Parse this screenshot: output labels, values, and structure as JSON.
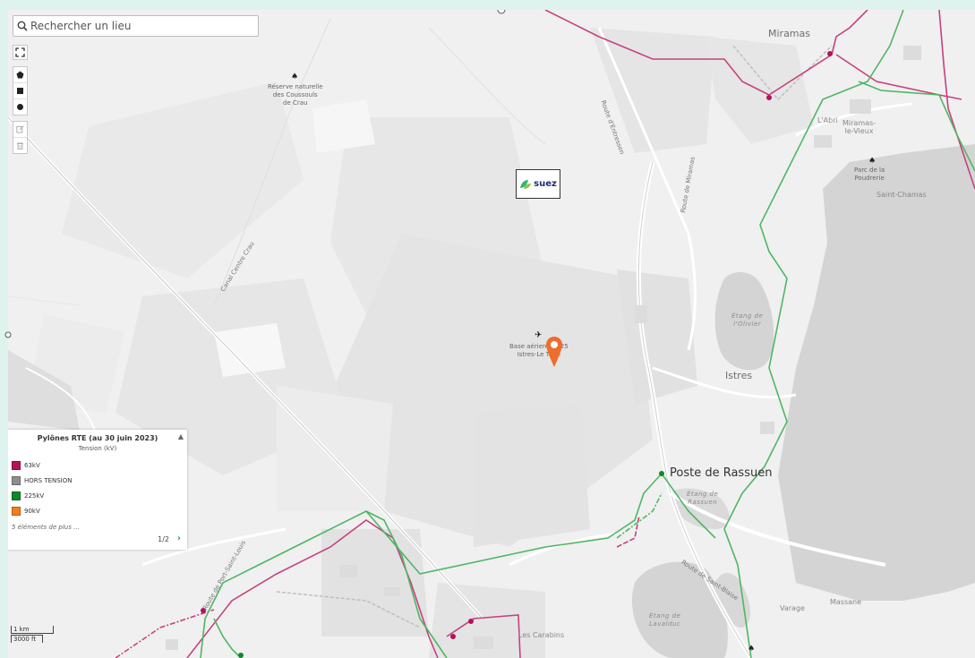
{
  "search": {
    "placeholder": "Rechercher un lieu"
  },
  "toolbar": {
    "fullscreen_icon": "fullscreen-icon",
    "draw_tools": [
      "polygon-icon",
      "rectangle-icon",
      "circle-icon"
    ],
    "edit_tools": [
      "edit-icon",
      "trash-icon"
    ]
  },
  "places": {
    "miramas": "Miramas",
    "abri": "L'Abri",
    "miramas_vieux": "Miramas-\nle-Vieux",
    "parc_poudrerie": "Parc de la\nPoudrerie",
    "saint_chamas": "Saint-Chamas",
    "istres": "Istres",
    "reserve": "Réserve naturelle\ndes Coussouls\nde Crau",
    "base": "Base aérienne 125\nIstres-Le Tubé",
    "carabins": "Les Carabins",
    "varage": "Varage",
    "massane": "Massane",
    "poste": "Poste de Rassuen"
  },
  "water": {
    "olivier": "Étang de\nl'Olivier",
    "rassuen": "Étang de\nRassuen",
    "lavalduc": "Étang de\nLavalduc"
  },
  "roads": {
    "entressen": "Route d'Entressen",
    "miramas": "Route de Miramas",
    "canal": "Canal Centre Crau",
    "saint_blaise": "Route de Saint-Blaise",
    "port_saint_louis": "Route de Port-Saint-Louis"
  },
  "logo": {
    "name": "suez",
    "color": "#1f2f6a"
  },
  "legend": {
    "title": "Pylônes RTE (au 30 juin 2023)",
    "subtitle": "Tension (kV)",
    "items": [
      {
        "label": "63kV",
        "color": "#b5125a"
      },
      {
        "label": "HORS TENSION",
        "color": "#8e8e8e"
      },
      {
        "label": "225kV",
        "color": "#0e8a26"
      },
      {
        "label": "90kV",
        "color": "#f07f1b"
      }
    ],
    "more": "5 éléments de plus ...",
    "pager": "1/2"
  },
  "scale": {
    "metric": "1 km",
    "imperial": "3000 ft"
  },
  "colors": {
    "line_63kv": "#c7417e",
    "line_225kv": "#4fb663",
    "line_other": "#d36a9a",
    "marker": "#ee6d2e",
    "water": "#d4d4d4"
  },
  "marker_icon": "location-pin-icon"
}
